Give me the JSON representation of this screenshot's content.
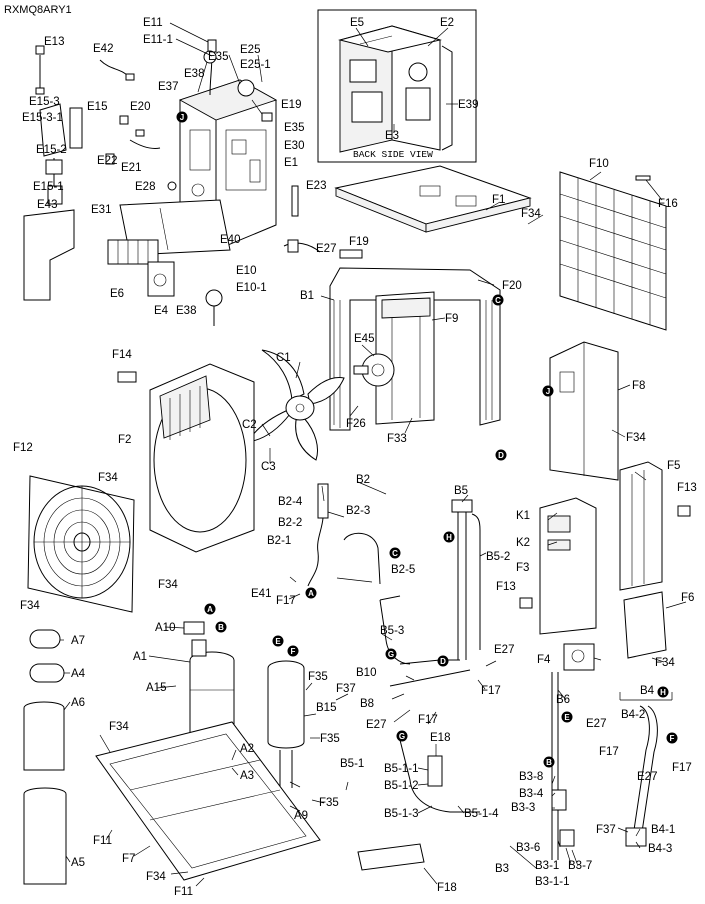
{
  "header": {
    "model": "RXMQ8ARY1"
  },
  "inset": {
    "caption": "BACK SIDE VIEW"
  },
  "markers": [
    "J",
    "C",
    "D",
    "A",
    "B",
    "E",
    "F",
    "G",
    "H"
  ],
  "labels": [
    "E13",
    "E42",
    "E11",
    "E11-1",
    "E35",
    "E38",
    "E37",
    "E25",
    "E25-1",
    "E5",
    "E2",
    "E39",
    "E3",
    "E15-3",
    "E15-3-1",
    "E15",
    "E15-2",
    "E15-1",
    "E20",
    "E22",
    "E21",
    "E28",
    "E31",
    "E43",
    "E19",
    "E35",
    "E30",
    "E1",
    "E23",
    "E40",
    "E27",
    "E6",
    "E4",
    "E38",
    "E10",
    "E10-1",
    "F10",
    "F16",
    "F1",
    "F34",
    "F19",
    "F20",
    "B1",
    "F9",
    "E45",
    "C1",
    "C2",
    "C3",
    "F26",
    "F33",
    "F14",
    "F2",
    "F8",
    "F34",
    "F12",
    "F34",
    "F5",
    "F13",
    "B2",
    "B2-4",
    "B2-3",
    "B2-2",
    "B2-1",
    "B2-5",
    "E41",
    "F17",
    "F34",
    "F34",
    "B5",
    "K1",
    "K2",
    "F3",
    "B5-2",
    "F13",
    "F6",
    "A10",
    "A1",
    "A15",
    "A7",
    "A4",
    "A6",
    "F35",
    "B15",
    "F35",
    "B5-3",
    "B10",
    "F37",
    "B8",
    "E27",
    "F17",
    "E27",
    "F17",
    "F4",
    "F34",
    "B6",
    "B4",
    "B4-2",
    "E27",
    "F17",
    "E27",
    "F17",
    "E18",
    "B5-1",
    "B5-1-1",
    "B5-1-2",
    "B5-1-3",
    "B5-1-4",
    "F34",
    "A2",
    "A3",
    "F35",
    "A9",
    "B3-8",
    "B3-4",
    "B3-3",
    "B3-6",
    "B3-1",
    "B3-1-1",
    "B3-7",
    "B3",
    "F37",
    "B4-1",
    "B4-3",
    "F11",
    "F7",
    "F34",
    "F11",
    "A5",
    "F18"
  ]
}
